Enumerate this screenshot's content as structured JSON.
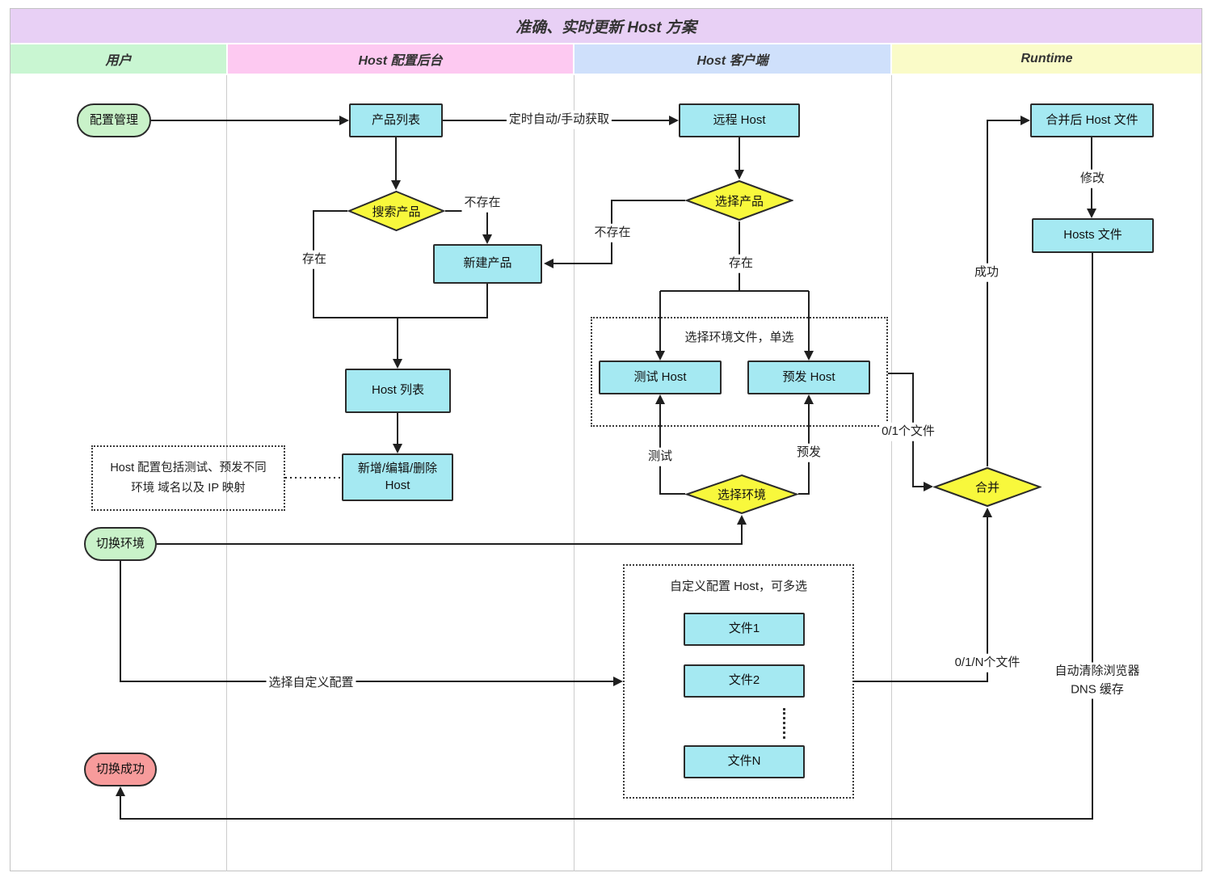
{
  "title": "准确、实时更新 Host 方案",
  "lanes": {
    "user": "用户",
    "backend": "Host 配置后台",
    "client": "Host 客户端",
    "runtime": "Runtime"
  },
  "nodes": {
    "config_mgmt": "配置管理",
    "product_list": "产品列表",
    "search_product": "搜索产品",
    "new_product": "新建产品",
    "host_list": "Host 列表",
    "host_crud_line1": "新增/编辑/删除",
    "host_crud_line2": "Host",
    "remote_host": "远程 Host",
    "select_product": "选择产品",
    "test_host": "测试 Host",
    "pre_host": "预发 Host",
    "select_env": "选择环境",
    "merge": "合并",
    "merged_host_file": "合并后 Host 文件",
    "hosts_file": "Hosts 文件",
    "switch_env": "切换环境",
    "switch_success": "切换成功",
    "file1": "文件1",
    "file2": "文件2",
    "fileN": "文件N"
  },
  "groups": {
    "env_select": "选择环境文件，单选",
    "custom_config": "自定义配置 Host，可多选"
  },
  "note": {
    "line1": "Host 配置包括测试、预发不同",
    "line2": "环境 域名以及 IP 映射"
  },
  "edge_labels": {
    "fetch": "定时自动/手动获取",
    "not_exist_backend": "不存在",
    "exist_backend": "存在",
    "not_exist_client": "不存在",
    "exist_client": "存在",
    "test": "测试",
    "pre": "预发",
    "zero_one_file": "0/1个文件",
    "success": "成功",
    "modify": "修改",
    "select_custom": "选择自定义配置",
    "zero_one_n_files": "0/1/N个文件",
    "dns_line1": "自动清除浏览器",
    "dns_line2": "DNS 缓存"
  },
  "colors": {
    "title_bg": "#e8d0f5",
    "lane_user": "#c9f6d2",
    "lane_backend": "#fdc9f1",
    "lane_client": "#cfe0fb",
    "lane_runtime": "#fafbc8",
    "process_fill": "#a5e9f2",
    "decision_fill": "#f8f83c",
    "start_fill": "#c9f2c9",
    "end_fill": "#f79b9b",
    "edge_stroke": "#1f1f1f"
  }
}
